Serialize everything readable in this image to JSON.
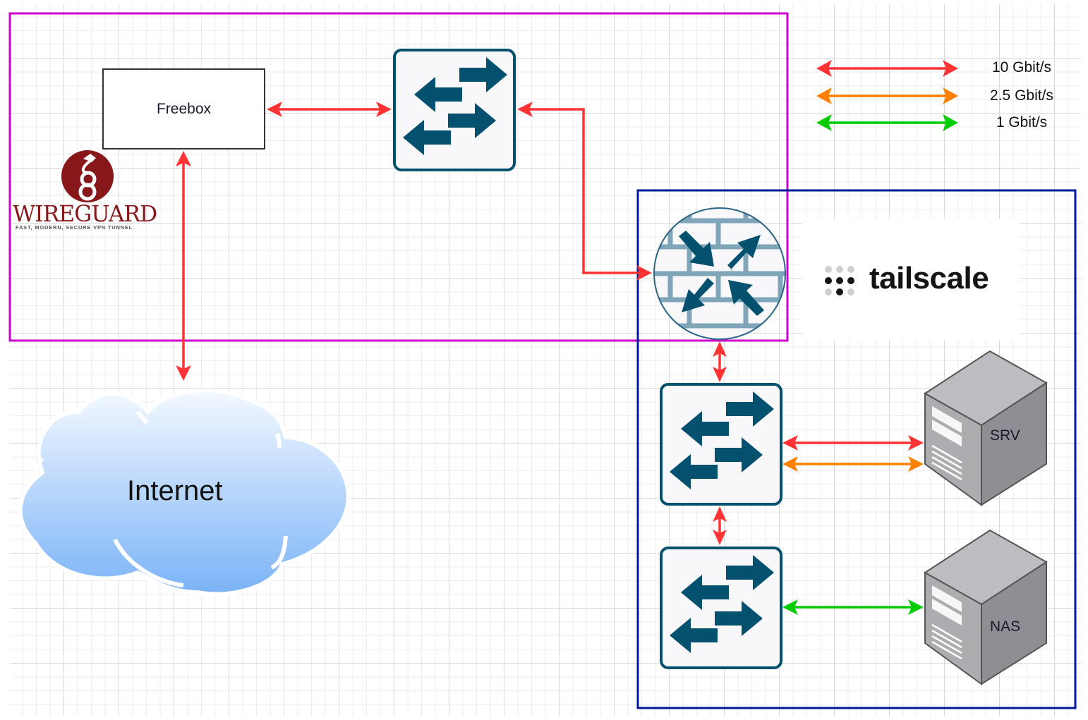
{
  "diagram": {
    "title": "Home network topology",
    "zones": [
      {
        "id": "wireguard-zone",
        "name": "WireGuard zone",
        "border_color": "#cc00cc"
      },
      {
        "id": "tailscale-zone",
        "name": "Tailscale zone",
        "border_color": "#001a99"
      }
    ],
    "nodes": {
      "freebox": {
        "label": "Freebox",
        "type": "router-box"
      },
      "switch_top": {
        "label": "",
        "type": "network-switch"
      },
      "firewall": {
        "label": "",
        "type": "firewall"
      },
      "switch_mid": {
        "label": "",
        "type": "network-switch"
      },
      "switch_bottom": {
        "label": "",
        "type": "network-switch"
      },
      "srv": {
        "label": "SRV",
        "type": "server-tower"
      },
      "nas": {
        "label": "NAS",
        "type": "server-tower"
      },
      "internet": {
        "label": "Internet",
        "type": "cloud"
      }
    },
    "logos": {
      "wireguard": {
        "name": "WireGuard",
        "wordmark": "WIREGUARD",
        "tagline": "FAST, MODERN, SECURE VPN TUNNEL",
        "color": "#88171a"
      },
      "tailscale": {
        "name": "tailscale",
        "wordmark": "tailscale",
        "color": "#141414"
      }
    },
    "legend": [
      {
        "label": "10 Gbit/s",
        "color": "#ff3333",
        "speed_gbps": 10
      },
      {
        "label": "2.5 Gbit/s",
        "color": "#ff8000",
        "speed_gbps": 2.5
      },
      {
        "label": "1 Gbit/s",
        "color": "#00cc00",
        "speed_gbps": 1
      }
    ],
    "links": [
      {
        "from": "freebox",
        "to": "switch_top",
        "speed": "10 Gbit/s",
        "color": "#ff3333"
      },
      {
        "from": "freebox",
        "to": "internet",
        "speed": "10 Gbit/s",
        "color": "#ff3333"
      },
      {
        "from": "switch_top",
        "to": "firewall",
        "speed": "10 Gbit/s",
        "color": "#ff3333"
      },
      {
        "from": "firewall",
        "to": "switch_mid",
        "speed": "10 Gbit/s",
        "color": "#ff3333"
      },
      {
        "from": "switch_mid",
        "to": "switch_bottom",
        "speed": "10 Gbit/s",
        "color": "#ff3333"
      },
      {
        "from": "switch_mid",
        "to": "srv",
        "speed": "10 Gbit/s",
        "color": "#ff3333"
      },
      {
        "from": "switch_mid",
        "to": "srv",
        "speed": "2.5 Gbit/s",
        "color": "#ff8000"
      },
      {
        "from": "switch_bottom",
        "to": "nas",
        "speed": "1 Gbit/s",
        "color": "#00cc00"
      }
    ],
    "colors": {
      "device_dark": "#03506f",
      "device_light": "#f8f8fa",
      "firewall_brick": "#7fa5b8",
      "server_light": "#bcbdc0",
      "server_mid": "#a9aaad",
      "server_dark": "#8c8d90",
      "cloud_top": "#f2f8ff",
      "cloud_bottom": "#7fb6f8"
    }
  }
}
